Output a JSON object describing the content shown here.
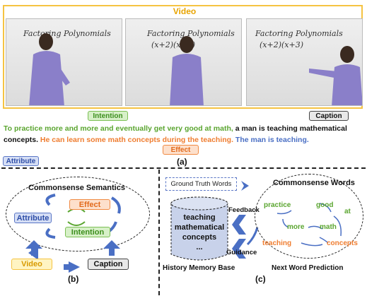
{
  "panel_a": {
    "video_title": "Video",
    "frame_board_title": "Factoring Polynomials",
    "frame_board_eq": "(x+2)(x+3)",
    "tags": {
      "intention": "Intention",
      "caption": "Caption",
      "effect": "Effect",
      "attribute": "Attribute"
    },
    "sentence": {
      "intention": "To practice more and more and eventually get very good at math,",
      "caption": " a man is teaching mathematical concepts.",
      "effect": " He can learn some math concepts during the teaching.",
      "attribute": " The man is teaching."
    },
    "label": "(a)"
  },
  "panel_b": {
    "title": "Commonsense Semantics",
    "nodes": {
      "effect": "Effect",
      "attribute": "Attribute",
      "intention": "Intention"
    },
    "inputs": {
      "video": "Video",
      "caption": "Caption"
    },
    "label": "(b)"
  },
  "panel_c": {
    "ground_truth": "Ground Truth Words",
    "memory_lines": [
      "teaching",
      "mathematical",
      "concepts",
      "..."
    ],
    "memory_label": "History Memory Base",
    "feedback": "Feedback",
    "guidance": "Guidance",
    "cw_title": "Commonsense Words",
    "words": {
      "practice": "practice",
      "good": "good",
      "at": "at",
      "more": "more",
      "math": "math",
      "teaching": "teaching",
      "concepts": "concepts"
    },
    "next_word": "Next Word Prediction",
    "label": "(c)"
  },
  "colors": {
    "video": "#f5c342",
    "intention": "#5aa52f",
    "effect": "#ef7d30",
    "attribute": "#4a6fc4",
    "caption": "#111111"
  }
}
